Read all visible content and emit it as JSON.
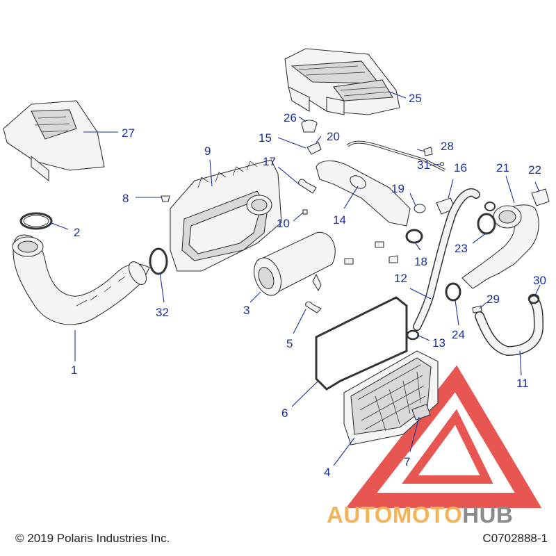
{
  "footer": {
    "copyright": "© 2019 Polaris Industries Inc.",
    "drawing_number": "C0702888-1"
  },
  "watermark": {
    "brand_part1": "AUTOMOTO",
    "brand_part2": "HUB",
    "colors": {
      "triangle": "#e53935",
      "text_orange": "#f3b35a",
      "text_gray": "#8a8a8a"
    }
  },
  "callout_color": "#1a2fa0",
  "callouts": [
    {
      "id": "1",
      "label": "1"
    },
    {
      "id": "2",
      "label": "2"
    },
    {
      "id": "3",
      "label": "3"
    },
    {
      "id": "4",
      "label": "4"
    },
    {
      "id": "5",
      "label": "5"
    },
    {
      "id": "6",
      "label": "6"
    },
    {
      "id": "7",
      "label": "7"
    },
    {
      "id": "8",
      "label": "8"
    },
    {
      "id": "9",
      "label": "9"
    },
    {
      "id": "10",
      "label": "10"
    },
    {
      "id": "11",
      "label": "11"
    },
    {
      "id": "12",
      "label": "12"
    },
    {
      "id": "13",
      "label": "13"
    },
    {
      "id": "14",
      "label": "14"
    },
    {
      "id": "15",
      "label": "15"
    },
    {
      "id": "16",
      "label": "16"
    },
    {
      "id": "17",
      "label": "17"
    },
    {
      "id": "18",
      "label": "18"
    },
    {
      "id": "19",
      "label": "19"
    },
    {
      "id": "20",
      "label": "20"
    },
    {
      "id": "21",
      "label": "21"
    },
    {
      "id": "22",
      "label": "22"
    },
    {
      "id": "23",
      "label": "23"
    },
    {
      "id": "24",
      "label": "24"
    },
    {
      "id": "25",
      "label": "25"
    },
    {
      "id": "26",
      "label": "26"
    },
    {
      "id": "27",
      "label": "27"
    },
    {
      "id": "28",
      "label": "28"
    },
    {
      "id": "29",
      "label": "29"
    },
    {
      "id": "30",
      "label": "30"
    },
    {
      "id": "31",
      "label": "31"
    },
    {
      "id": "32",
      "label": "32"
    }
  ]
}
